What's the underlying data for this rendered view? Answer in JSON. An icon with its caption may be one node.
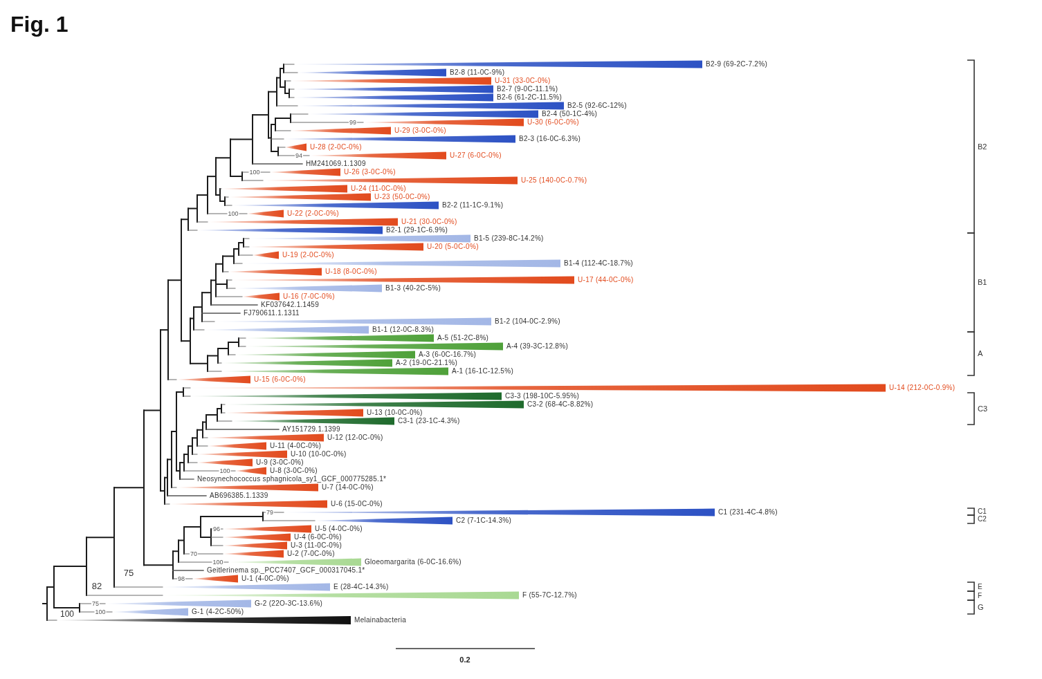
{
  "diagram": {
    "title": "Fig. 1",
    "labels": [
      "B2-9 (69-2C-7.2%)",
      "B2-8 (11-0C-9%)",
      "U-31 (33-0C-0%)",
      "B2-7 (9-0C-11.1%)",
      "B2-6 (61-2C-11.5%)",
      "B2-5 (92-6C-12%)",
      "B2-4 (50-1C-4%)",
      "99",
      "U-30 (6-0C-0%)",
      "U-29 (3-0C-0%)",
      "B2-3 (16-0C-6.3%)",
      "U-28 (2-0C-0%)",
      "94",
      "U-27 (6-0C-0%)",
      "HM241069.1.1309",
      "100",
      "U-26 (3-0C-0%)",
      "U-25 (140-0C-0.7%)",
      "U-24 (11-0C-0%)",
      "U-23 (50-0C-0%)",
      "B2-2 (11-1C-9.1%)",
      "100",
      "U-22 (2-0C-0%)",
      "U-21 (30-0C-0%)",
      "B2-1 (29-1C-6.9%)",
      "B1-5 (239-8C-14.2%)",
      "U-20 (5-0C-0%)",
      "U-19 (2-0C-0%)",
      "B1-4 (112-4C-18.7%)",
      "U-18 (8-0C-0%)",
      "U-17 (44-0C-0%)",
      "B1-3 (40-2C-5%)",
      "U-16 (7-0C-0%)",
      "KF037642.1.1459",
      "FJ790611.1.1311",
      "B1-2 (104-0C-2.9%)",
      "B1-1 (12-0C-8.3%)",
      "A-5 (51-2C-8%)",
      "A-4 (39-3C-12.8%)",
      "A-3 (6-0C-16.7%)",
      "A-2 (19-0C-21.1%)",
      "A-1 (16-1C-12.5%)",
      "U-15 (6-0C-0%)",
      "U-14 (212-0C-0.9%)",
      "C3-3 (198-10C-5.95%)",
      "C3-2 (68-4C-8.82%)",
      "U-13 (10-0C-0%)",
      "C3-1 (23-1C-4.3%)",
      "AY151729.1.1399",
      "U-12 (12-0C-0%)",
      "U-11 (4-0C-0%)",
      "U-10 (10-0C-0%)",
      "U-9 (3-0C-0%)",
      "100",
      "U-8 (3-0C-0%)",
      "Neosynechococcus sphagnicola_sy1_GCF_000775285.1*",
      "U-7 (14-0C-0%)",
      "AB696385.1.1339",
      "U-6 (15-0C-0%)",
      "79",
      "C1 (231-4C-4.8%)",
      "C2 (7-1C-14.3%)",
      "96",
      "U-5 (4-0C-0%)",
      "U-4 (6-0C-0%)",
      "U-3 (11-0C-0%)",
      "70",
      "U-2 (7-0C-0%)",
      "100",
      "Gloeomargarita (6-0C-16.6%)",
      "Geitlerinema sp._PCC7407_GCF_000317045.1*",
      "75",
      "98",
      "U-1 (4-0C-0%)",
      "82",
      "E (28-4C-14.3%)",
      "F (55-7C-12.7%)",
      "75",
      "G-2 (22O-3C-13.6%)",
      "100",
      "100",
      "G-1 (4-2C-50%)",
      "Melainabacteria",
      "B2",
      "B1",
      "A",
      "C3",
      "C1",
      "C2",
      "E",
      "F",
      "G",
      "0.2"
    ]
  }
}
